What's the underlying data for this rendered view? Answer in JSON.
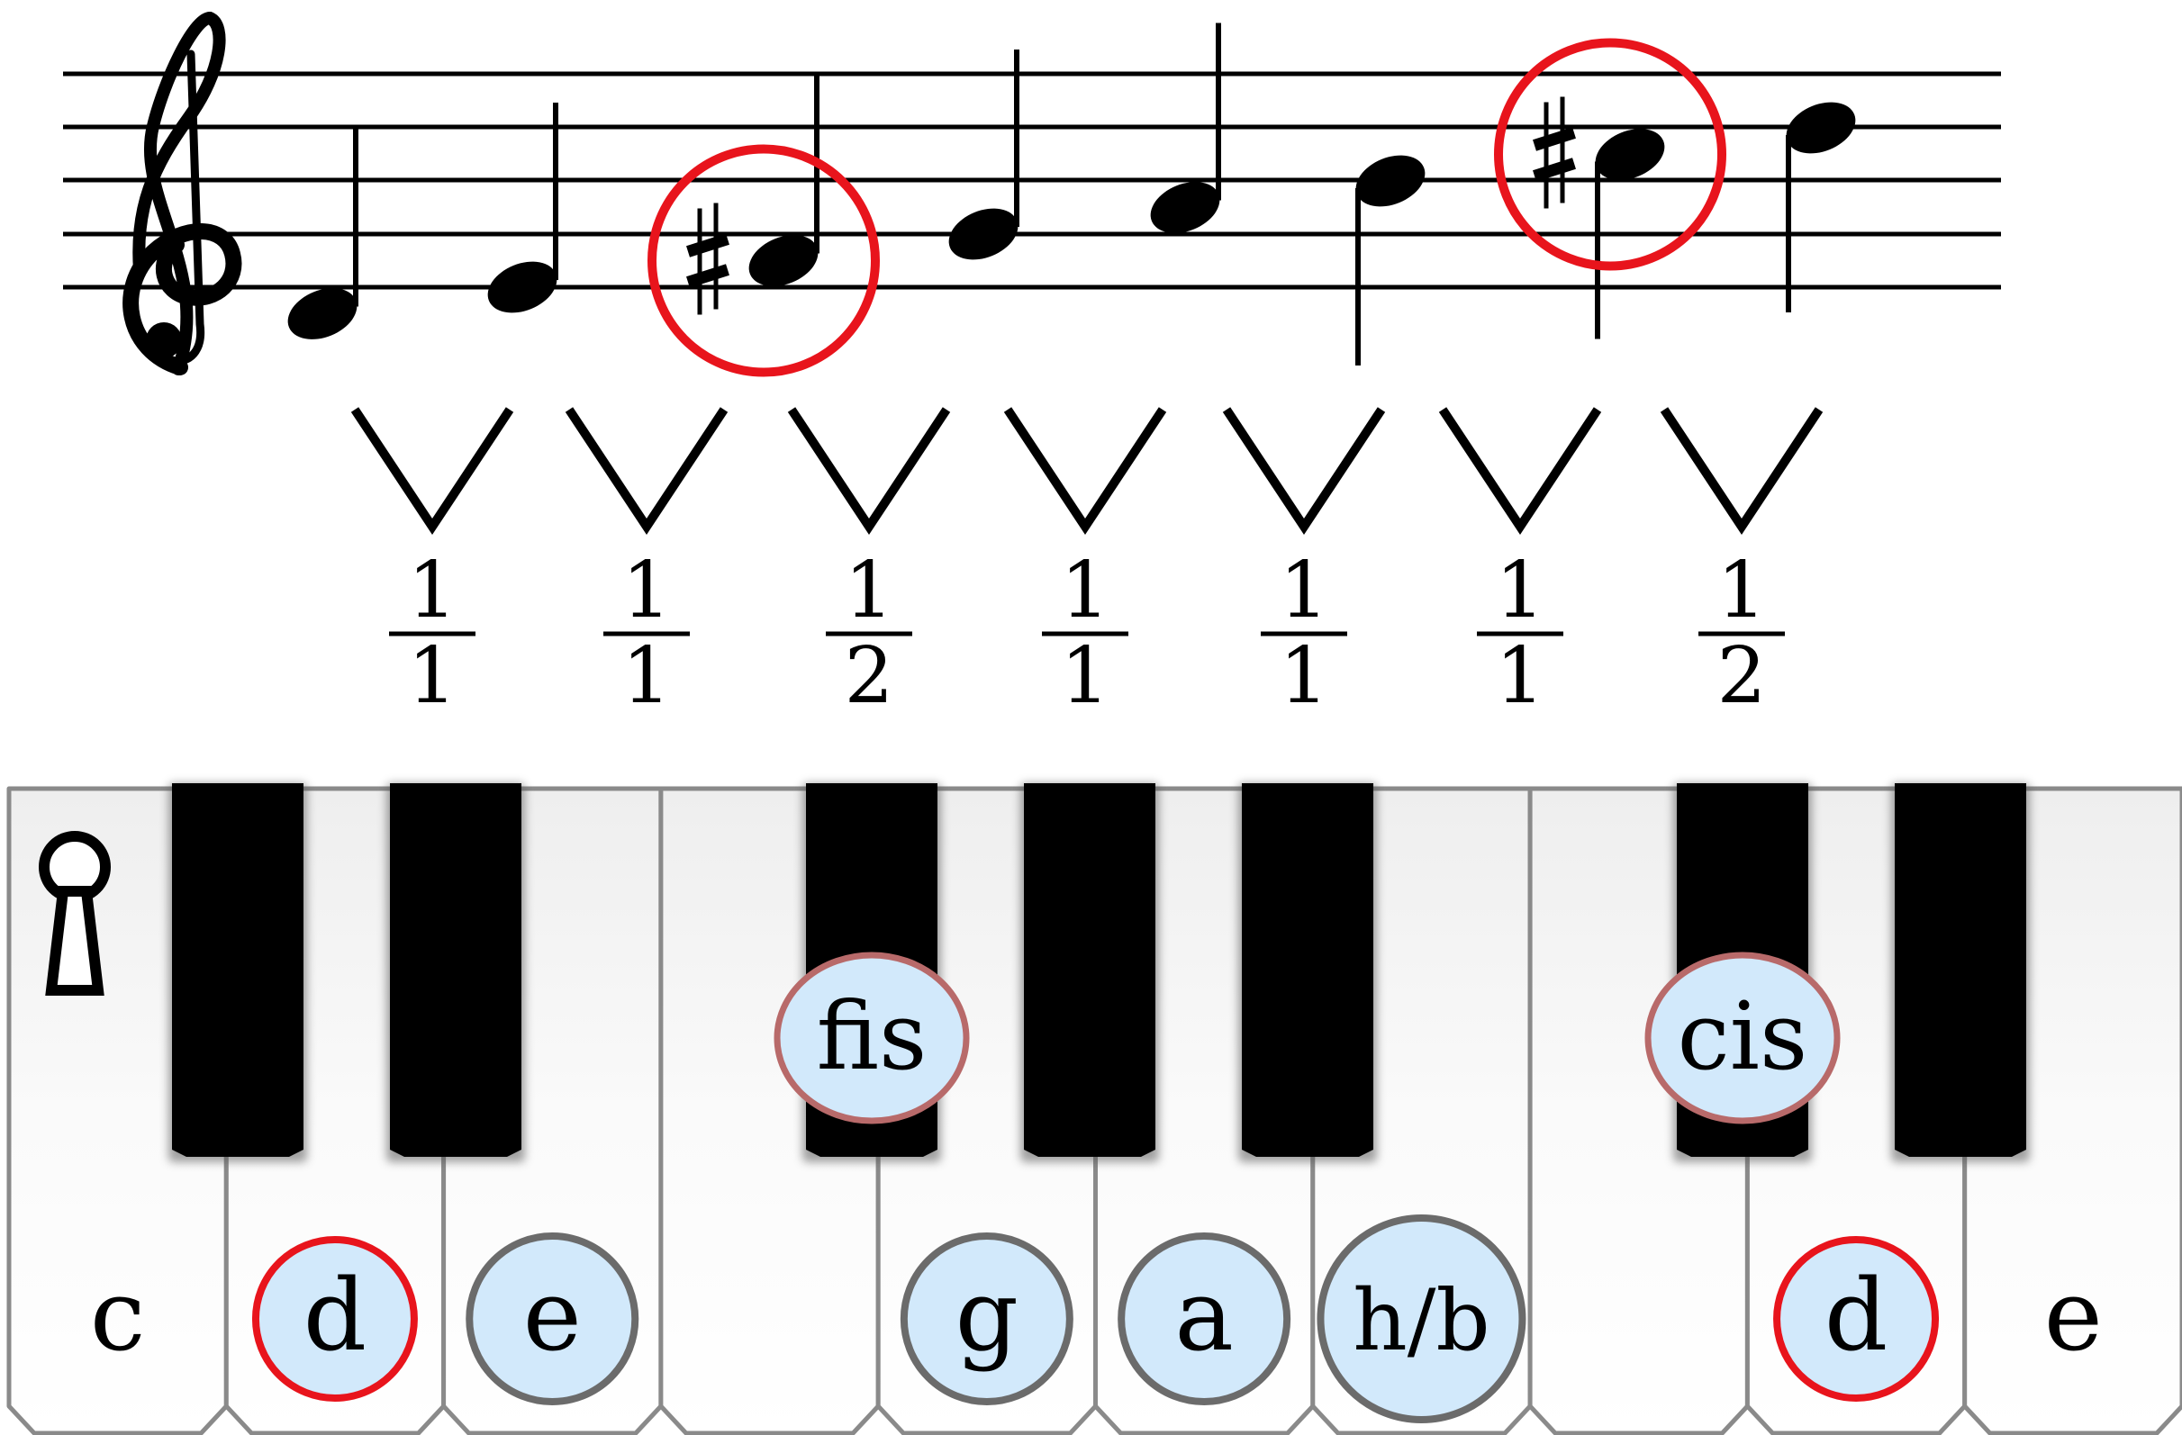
{
  "scale": {
    "notes": [
      {
        "pitch": "d",
        "accidental": ""
      },
      {
        "pitch": "e",
        "accidental": ""
      },
      {
        "pitch": "fis",
        "accidental": "sharp"
      },
      {
        "pitch": "g",
        "accidental": ""
      },
      {
        "pitch": "a",
        "accidental": ""
      },
      {
        "pitch": "h",
        "accidental": ""
      },
      {
        "pitch": "cis",
        "accidental": "sharp"
      },
      {
        "pitch": "d",
        "accidental": ""
      }
    ],
    "highlighted_notes": [
      2,
      6
    ]
  },
  "intervals": [
    {
      "numerator": "1",
      "denominator": "1"
    },
    {
      "numerator": "1",
      "denominator": "1"
    },
    {
      "numerator": "1",
      "denominator": "2"
    },
    {
      "numerator": "1",
      "denominator": "1"
    },
    {
      "numerator": "1",
      "denominator": "1"
    },
    {
      "numerator": "1",
      "denominator": "1"
    },
    {
      "numerator": "1",
      "denominator": "2"
    }
  ],
  "keyboard": {
    "white_keys": [
      {
        "label": "c",
        "marker": "none"
      },
      {
        "label": "d",
        "marker": "root"
      },
      {
        "label": "e",
        "marker": "scale"
      },
      {
        "label": "",
        "marker": "none"
      },
      {
        "label": "g",
        "marker": "scale"
      },
      {
        "label": "a",
        "marker": "scale"
      },
      {
        "label": "h/b",
        "marker": "scale"
      },
      {
        "label": "",
        "marker": "none"
      },
      {
        "label": "d",
        "marker": "root"
      },
      {
        "label": "e",
        "marker": "none"
      }
    ],
    "black_keys": [
      {
        "label": ""
      },
      {
        "label": ""
      },
      {
        "label": "fis"
      },
      {
        "label": ""
      },
      {
        "label": ""
      },
      {
        "label": "cis"
      },
      {
        "label": ""
      }
    ]
  },
  "colors": {
    "highlight_red": "#e8141c",
    "bubble_fill": "#d2e9fb",
    "scale_ring": "#6b6b6b",
    "black_key_ring": "#b86a6a",
    "black_key": "#000000",
    "white_key_border": "#8a8a8a"
  },
  "icons": {
    "keyhole": "keyhole-icon",
    "clef": "treble-clef-icon",
    "sharp": "sharp-icon"
  }
}
